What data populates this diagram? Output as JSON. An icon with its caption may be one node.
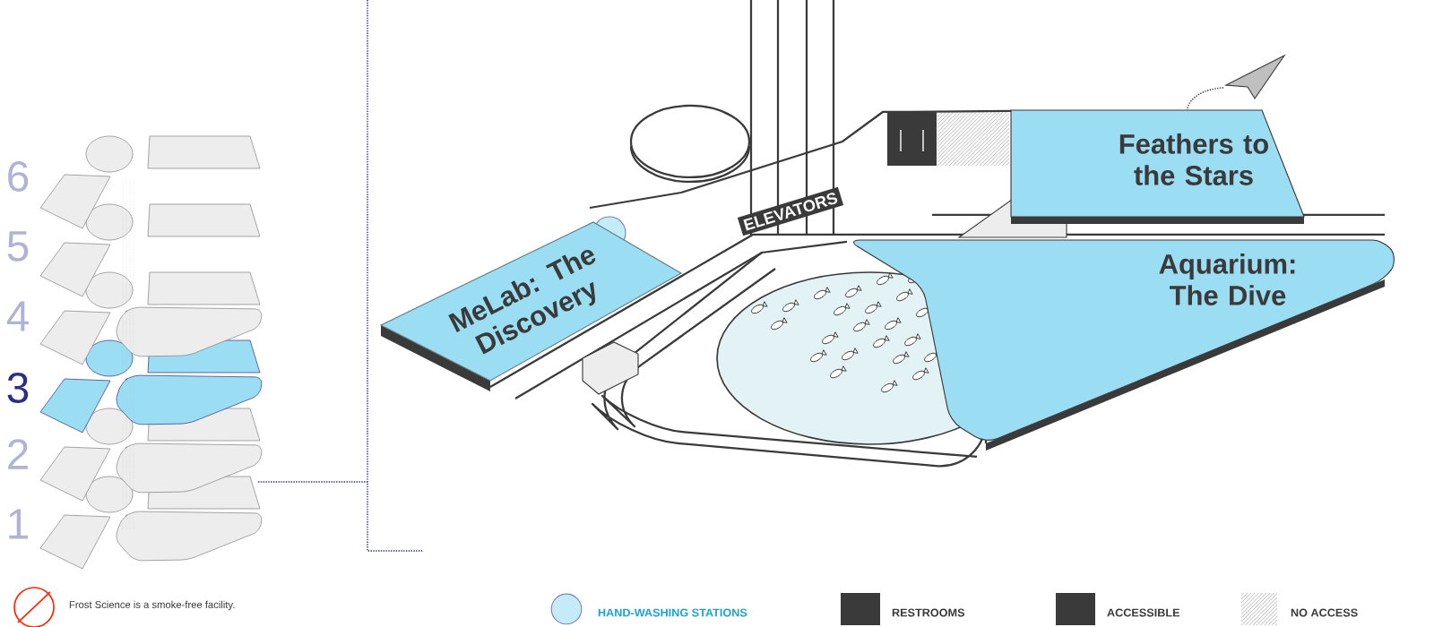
{
  "diagram": {
    "nodes": [
      {
        "text": [
          "MeLab: The Discovery"
        ]
      },
      {
        "text": [
          "ELEVATORS"
        ]
      },
      {
        "text": [
          "Feathers to the Stars"
        ]
      },
      {
        "text": [
          "Aquarium: The Dive"
        ]
      }
    ],
    "labels": [
      "6",
      "5",
      "4",
      "3",
      "2",
      "1",
      "Frost Science is a smoke-free facility."
    ],
    "legend": [
      {
        "text": "HAND-WASHING STATIONS"
      },
      {
        "text": "RESTROOMS"
      },
      {
        "text": "ACCESSIBLE"
      },
      {
        "text": "NO ACCESS"
      }
    ]
  }
}
